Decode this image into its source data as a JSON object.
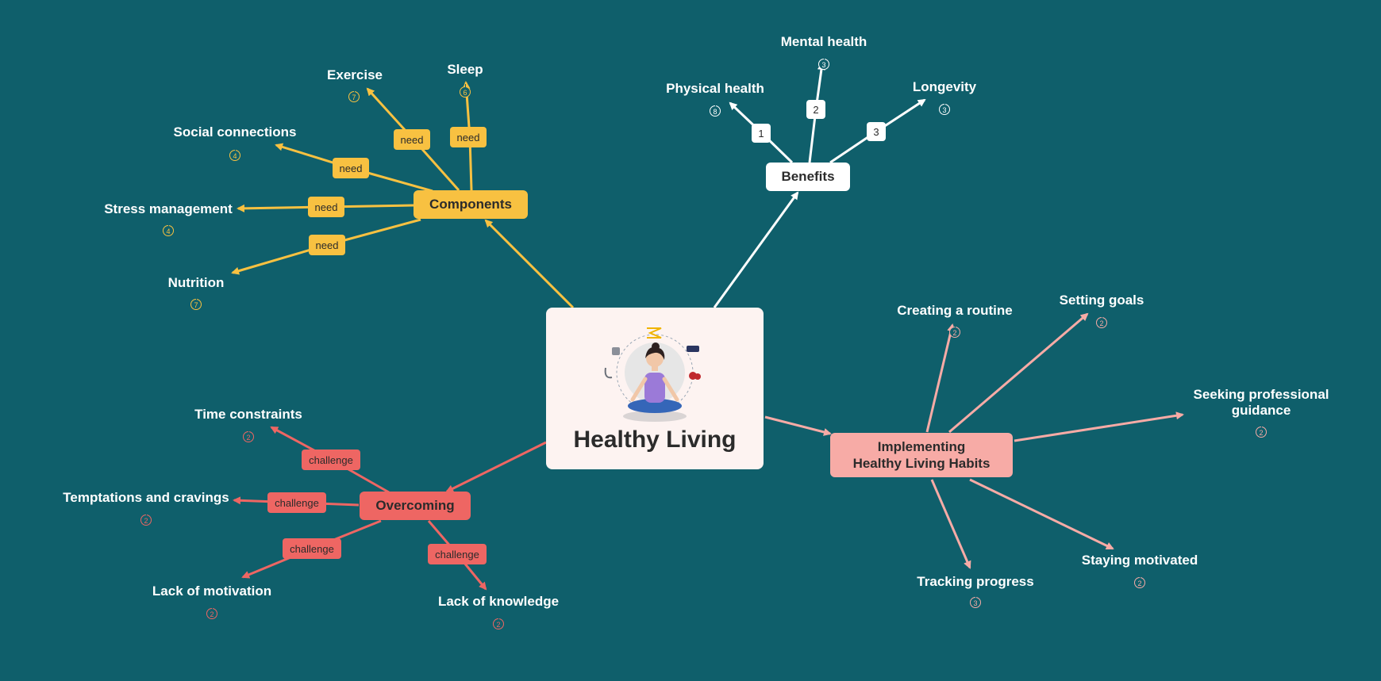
{
  "central": {
    "title": "Healthy Living",
    "illustration": "meditation-figure-icon"
  },
  "branches": {
    "components": {
      "label": "Components",
      "color": "#f8c141",
      "text_color": "#2b2b2b",
      "relation": "need",
      "children": [
        {
          "label": "Exercise",
          "count": "7"
        },
        {
          "label": "Sleep",
          "count": "6"
        },
        {
          "label": "Social connections",
          "count": "4"
        },
        {
          "label": "Stress management",
          "count": "4"
        },
        {
          "label": "Nutrition",
          "count": "7"
        }
      ]
    },
    "benefits": {
      "label": "Benefits",
      "color": "#ffffff",
      "text_color": "#2b2b2b",
      "children": [
        {
          "label": "Physical health",
          "count": "8",
          "order": "1"
        },
        {
          "label": "Mental health",
          "count": "3",
          "order": "2"
        },
        {
          "label": "Longevity",
          "count": "3",
          "order": "3"
        }
      ]
    },
    "implementing": {
      "label_line1": "Implementing",
      "label_line2": "Healthy Living Habits",
      "color": "#f7aba6",
      "text_color": "#2b2b2b",
      "children": [
        {
          "label": "Creating a routine",
          "count": "2"
        },
        {
          "label": "Setting goals",
          "count": "2"
        },
        {
          "label_line1": "Seeking professional",
          "label_line2": "guidance",
          "count": "2"
        },
        {
          "label": "Tracking progress",
          "count": "3"
        },
        {
          "label": "Staying motivated",
          "count": "2"
        }
      ]
    },
    "overcoming": {
      "label": "Overcoming",
      "color": "#ee6663",
      "text_color": "#2b2b2b",
      "relation": "challenge",
      "children": [
        {
          "label": "Time constraints",
          "count": "2"
        },
        {
          "label": "Temptations and cravings",
          "count": "2"
        },
        {
          "label": "Lack of motivation",
          "count": "2"
        },
        {
          "label": "Lack of knowledge",
          "count": "2"
        }
      ]
    }
  }
}
